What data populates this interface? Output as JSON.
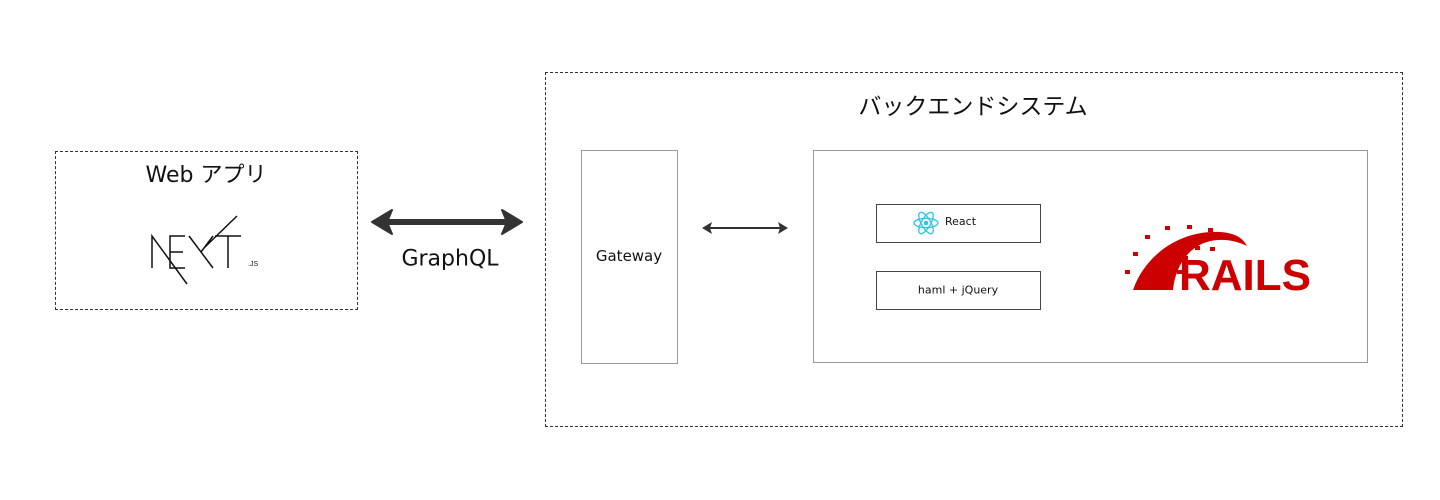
{
  "web_app": {
    "title": "Web アプリ",
    "logo_text": "NEXT.JS"
  },
  "connection": {
    "label": "GraphQL"
  },
  "backend": {
    "title": "バックエンドシステム",
    "gateway": {
      "label": "Gateway"
    },
    "frontend_options": [
      {
        "label": "React",
        "icon": "react-icon"
      },
      {
        "label": "haml + jQuery"
      }
    ],
    "framework_logo_text": "RAILS"
  },
  "colors": {
    "rails_red": "#cc0000",
    "react_cyan": "#61dafb",
    "arrow": "#333333"
  }
}
